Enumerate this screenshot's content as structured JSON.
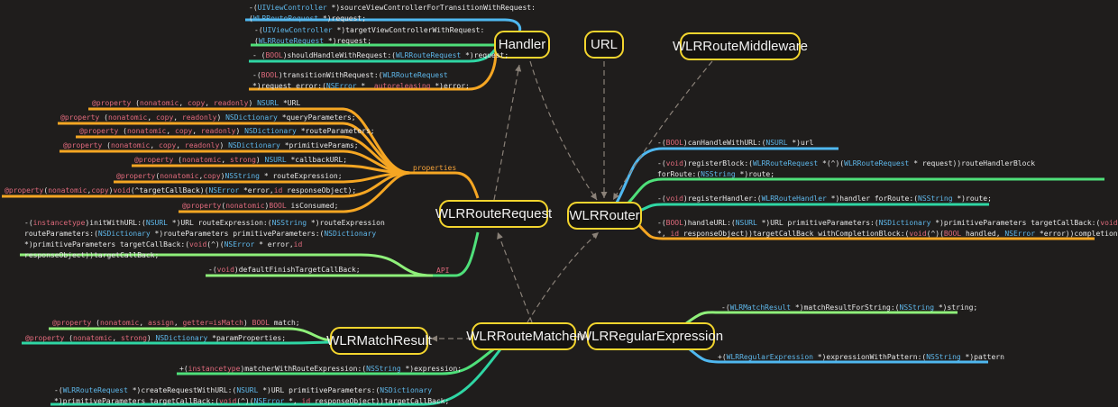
{
  "colors": {
    "background": "#1f1d1c",
    "node_border": "#f3d52e",
    "orange": "#f5a623",
    "blue": "#4fb8f0",
    "green": "#4fe07a",
    "teal": "#2fd6a4",
    "light_green": "#8ff07a",
    "dashed_arrow": "#8a8178",
    "keyword": "#e06a7c",
    "type": "#5eb7ea"
  },
  "nodes": {
    "handler": "Handler",
    "url": "URL",
    "middleware": "WLRRouteMiddleware",
    "route_request": "WLRRouteRequest",
    "router": "WLRRouter",
    "route_matcher": "WLRRouteMatcher",
    "match_result": "WLRMatchResult",
    "regular_expression": "WLRRegularExpression"
  },
  "branch_labels": {
    "properties": "properties",
    "api": "API"
  },
  "handler_methods": [
    {
      "l1": "-(UIViewController *)sourceViewControllerForTransitionWithRequest:",
      "l2": "(WLRRouteRequest *)request;"
    },
    {
      "l1": "-(UIViewController *)targetViewControllerWithRequest:",
      "l2": "(WLRRouteRequest *)request;"
    },
    {
      "l1": "- (BOOL)shouldHandleWithRequest:(WLRRouteRequest *)request;",
      "l2": ""
    },
    {
      "l1": "-(BOOL)transitionWithRequest:(WLRRouteRequest",
      "l2": "*)request error:(NSError *__autoreleasing *)error;"
    }
  ],
  "request_properties": [
    "@property (nonatomic, copy, readonly) NSURL *URL",
    "@property (nonatomic, copy, readonly) NSDictionary *queryParameters;",
    "@property (nonatomic, copy, readonly) NSDictionary *routeParameters;",
    "@property (nonatomic, copy, readonly) NSDictionary *primitiveParams;",
    "@property (nonatomic, strong) NSURL *callbackURL;",
    "@property(nonatomic,copy)NSString * routeExpression;",
    "@property(nonatomic,copy)void(^targetCallBack)(NSError *error,id responseObject);",
    "@property(nonatomic)BOOL isConsumed;"
  ],
  "request_api": [
    {
      "l1": "-(instancetype)initWithURL:(NSURL *)URL routeExpression:(NSString *)routeExpression",
      "l2": "routeParameters:(NSDictionary *)routeParameters primitiveParameters:(NSDictionary",
      "l3": "*)primitiveParameters targetCallBack:(void(^)(NSError * error,id",
      "l4": "responseObject))targetCallBack;"
    },
    {
      "l1": "-(void)defaultFinishTargetCallBack;",
      "l2": "",
      "l3": "",
      "l4": ""
    }
  ],
  "router_methods": [
    {
      "l1": "-(BOOL)canHandleWithURL:(NSURL *)url",
      "l2": ""
    },
    {
      "l1": "-(void)registerBlock:(WLRRouteRequest *(^)(WLRRouteRequest * request))routeHandlerBlock",
      "l2": "forRoute:(NSString *)route;"
    },
    {
      "l1": "-(void)registerHandler:(WLRRouteHandler *)handler forRoute:(NSString *)route;",
      "l2": ""
    },
    {
      "l1": "-(BOOL)handleURL:(NSURL *)URL primitiveParameters:(NSDictionary *)primitiveParameters targetCallBack:(void(^)(NSError",
      "l2": "*, id responseObject))targetCallBack withCompletionBlock:(void(^)(BOOL handled, NSError *error))completionBlock;"
    }
  ],
  "match_result_props": [
    "@property (nonatomic, assign, getter=isMatch) BOOL match;",
    "@property (nonatomic, strong) NSDictionary *paramProperties;"
  ],
  "matcher_methods": [
    {
      "l1": "+(instancetype)matcherWithRouteExpression:(NSString *)expression;",
      "l2": ""
    },
    {
      "l1": "-(WLRRouteRequest *)createRequestWithURL:(NSURL *)URL primitiveParameters:(NSDictionary",
      "l2": "*)primitiveParameters targetCallBack:(void(^)(NSError *, id responseObject))targetCallBack;"
    }
  ],
  "regex_methods": [
    "-(WLRMatchResult *)matchResultForString:(NSString *)string;",
    "+(WLRRegularExpression *)expressionWithPattern:(NSString *)pattern"
  ]
}
